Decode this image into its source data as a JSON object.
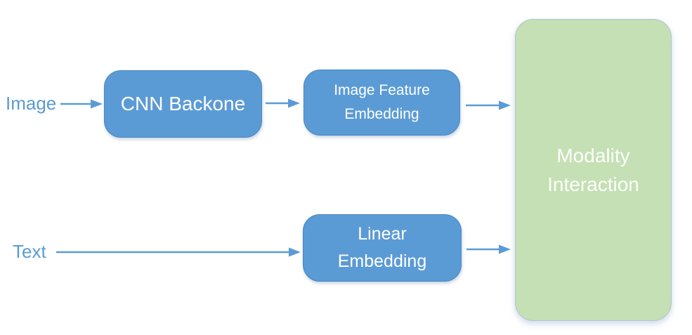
{
  "colors": {
    "node_blue": "#5B9BD5",
    "node_green": "#C5E0B4",
    "arrow": "#5B9BD5",
    "label_text": "#5B9BD5",
    "node_text": "#FFFFFF"
  },
  "inputs": {
    "image_label": "Image",
    "text_label": "Text"
  },
  "nodes": {
    "cnn_backbone": {
      "label": "CNN Backone"
    },
    "image_feature_embedding": {
      "label": "Image Feature\nEmbedding"
    },
    "linear_embedding": {
      "label": "Linear\nEmbedding"
    },
    "modality_interaction": {
      "label": "Modality\nInteraction"
    }
  },
  "edges": [
    {
      "from": "image_input",
      "to": "cnn_backbone"
    },
    {
      "from": "cnn_backbone",
      "to": "image_feature_embedding"
    },
    {
      "from": "image_feature_embedding",
      "to": "modality_interaction"
    },
    {
      "from": "text_input",
      "to": "linear_embedding"
    },
    {
      "from": "linear_embedding",
      "to": "modality_interaction"
    }
  ]
}
